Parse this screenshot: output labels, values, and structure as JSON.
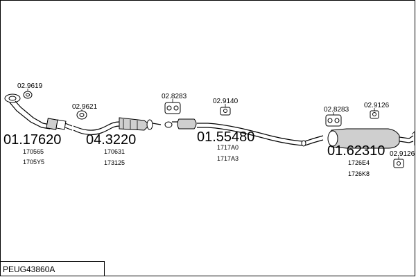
{
  "diagram": {
    "code_label": "PEUG43860A",
    "part_numbers": [
      {
        "id": "pn-1",
        "text": "01.17620"
      },
      {
        "id": "pn-2",
        "text": "04.3220"
      },
      {
        "id": "pn-3",
        "text": "01.55480"
      },
      {
        "id": "pn-4",
        "text": "01.62310"
      }
    ],
    "oem_refs": [
      {
        "id": "oem-1a",
        "text": "170565"
      },
      {
        "id": "oem-1b",
        "text": "1705Y5"
      },
      {
        "id": "oem-2a",
        "text": "170631"
      },
      {
        "id": "oem-2b",
        "text": "173125"
      },
      {
        "id": "oem-3a",
        "text": "1717A0"
      },
      {
        "id": "oem-3b",
        "text": "1717A3"
      },
      {
        "id": "oem-4a",
        "text": "1726E4"
      },
      {
        "id": "oem-4b",
        "text": "1726K8"
      }
    ],
    "accessory_labels": [
      {
        "id": "acc-1",
        "text": "02.9619"
      },
      {
        "id": "acc-2",
        "text": "02.9621"
      },
      {
        "id": "acc-3",
        "text": "02.8283"
      },
      {
        "id": "acc-4",
        "text": "02.9140"
      },
      {
        "id": "acc-5",
        "text": "02.8283"
      },
      {
        "id": "acc-6",
        "text": "02.9126"
      },
      {
        "id": "acc-7",
        "text": "02.9126"
      }
    ]
  }
}
